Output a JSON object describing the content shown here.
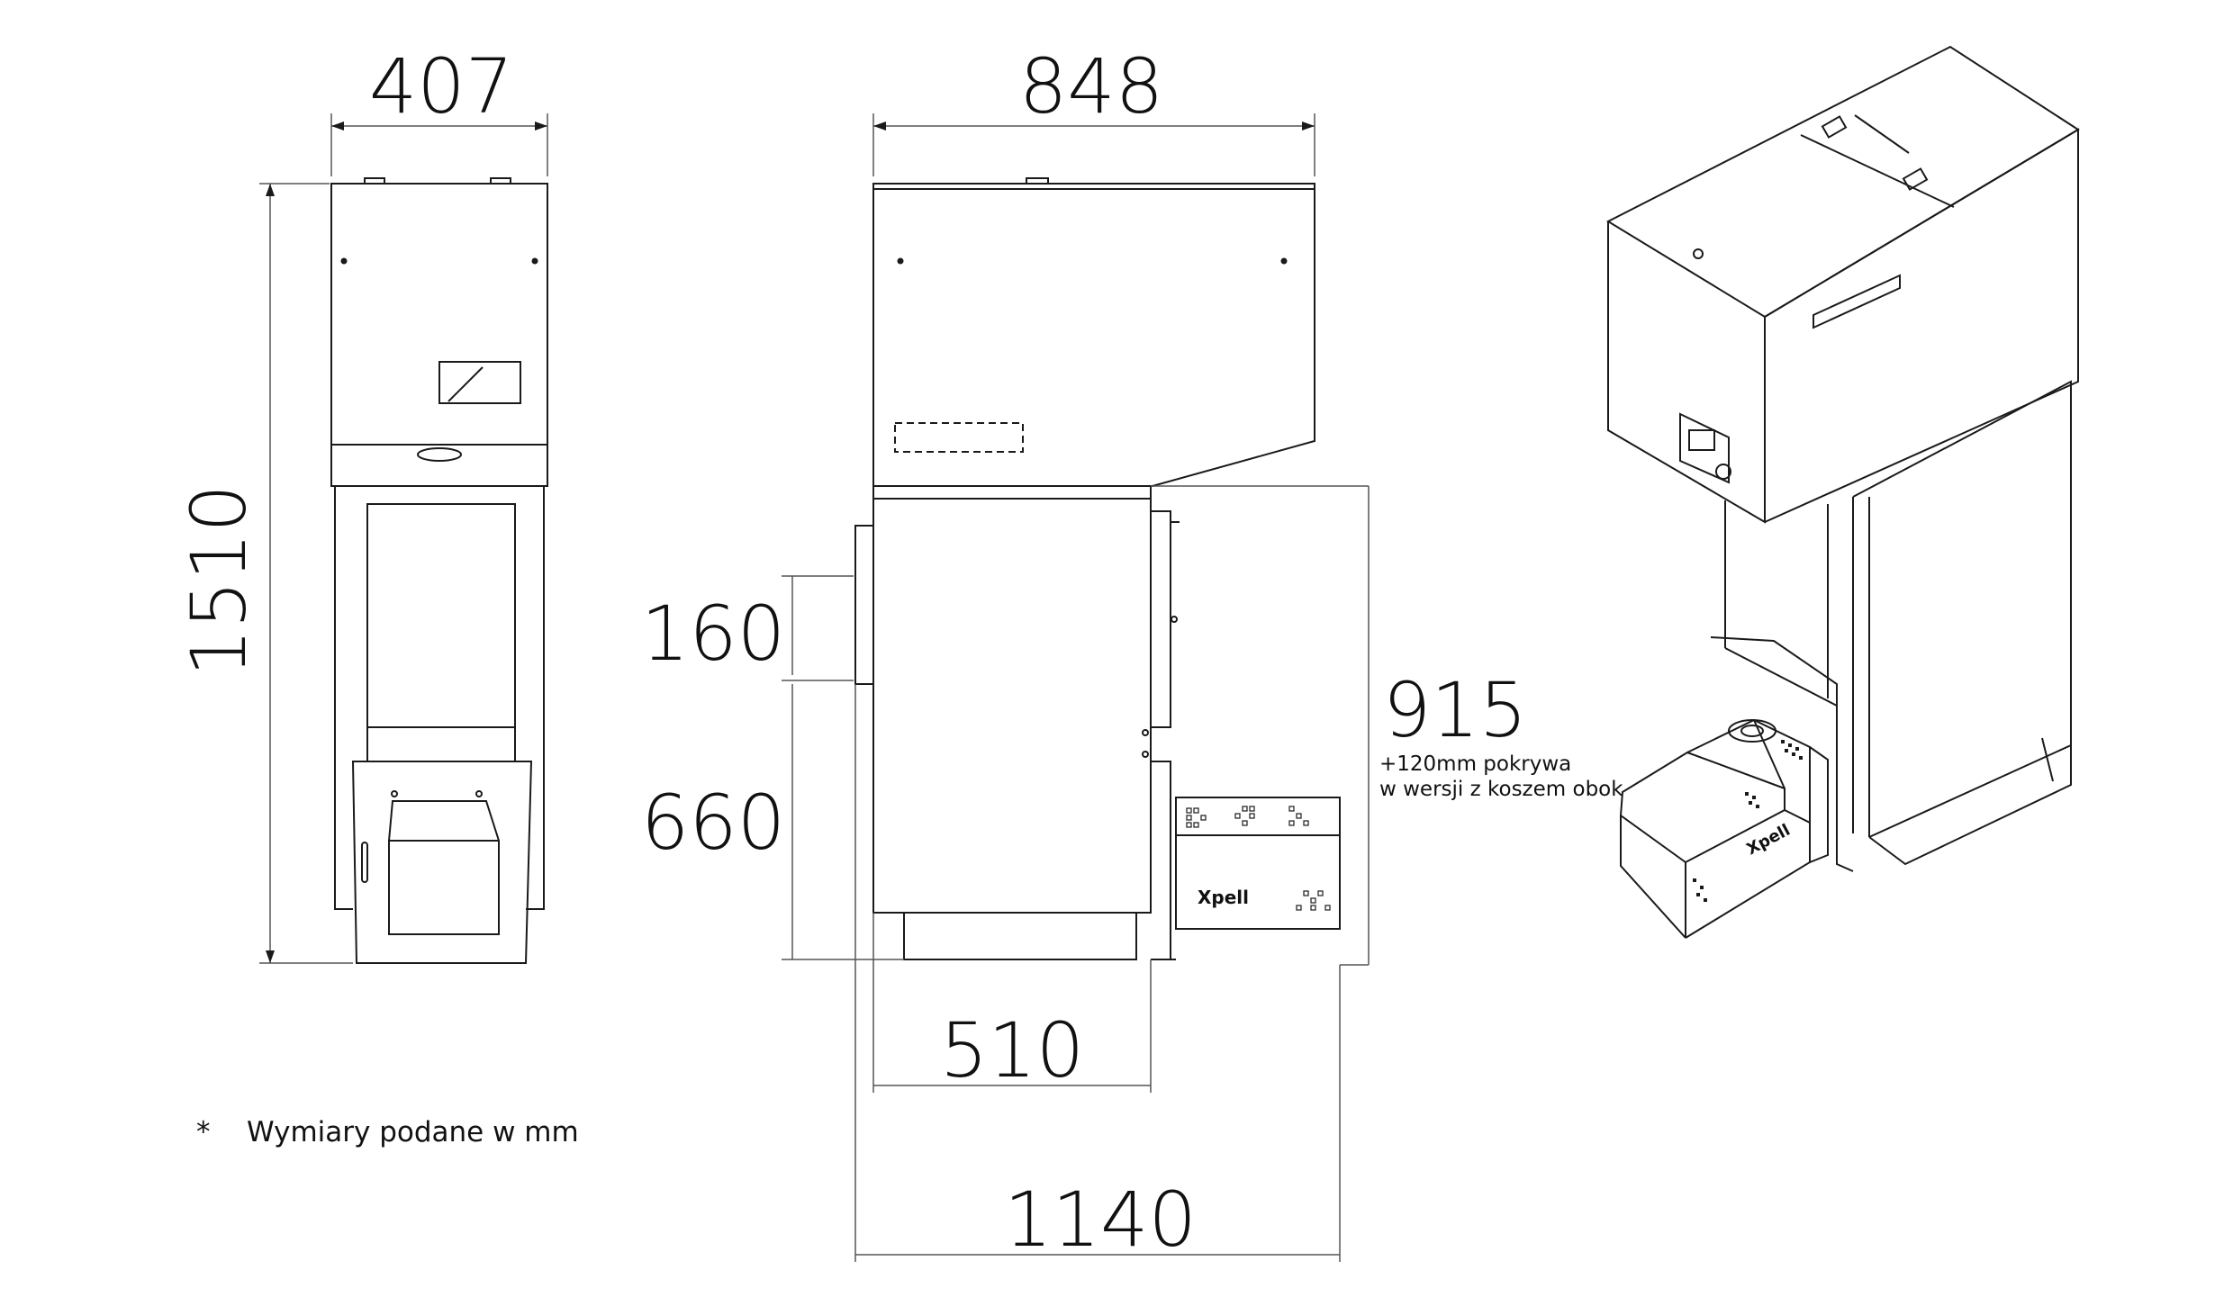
{
  "dimensions": {
    "front_width": "407",
    "side_width": "848",
    "height": "1510",
    "flue_height": "160",
    "flue_level": "660",
    "boiler_depth": "510",
    "total_depth": "1140",
    "burner_depth": "915",
    "burner_note_1": "+120mm pokrywa",
    "burner_note_2": "w wersji z koszem obok"
  },
  "brand": "Xpell",
  "footnote": {
    "star": "*",
    "text": "Wymiary podane w mm"
  },
  "colors": {
    "line": "#1a1a1a",
    "thin": "#555555",
    "background": "#ffffff"
  }
}
